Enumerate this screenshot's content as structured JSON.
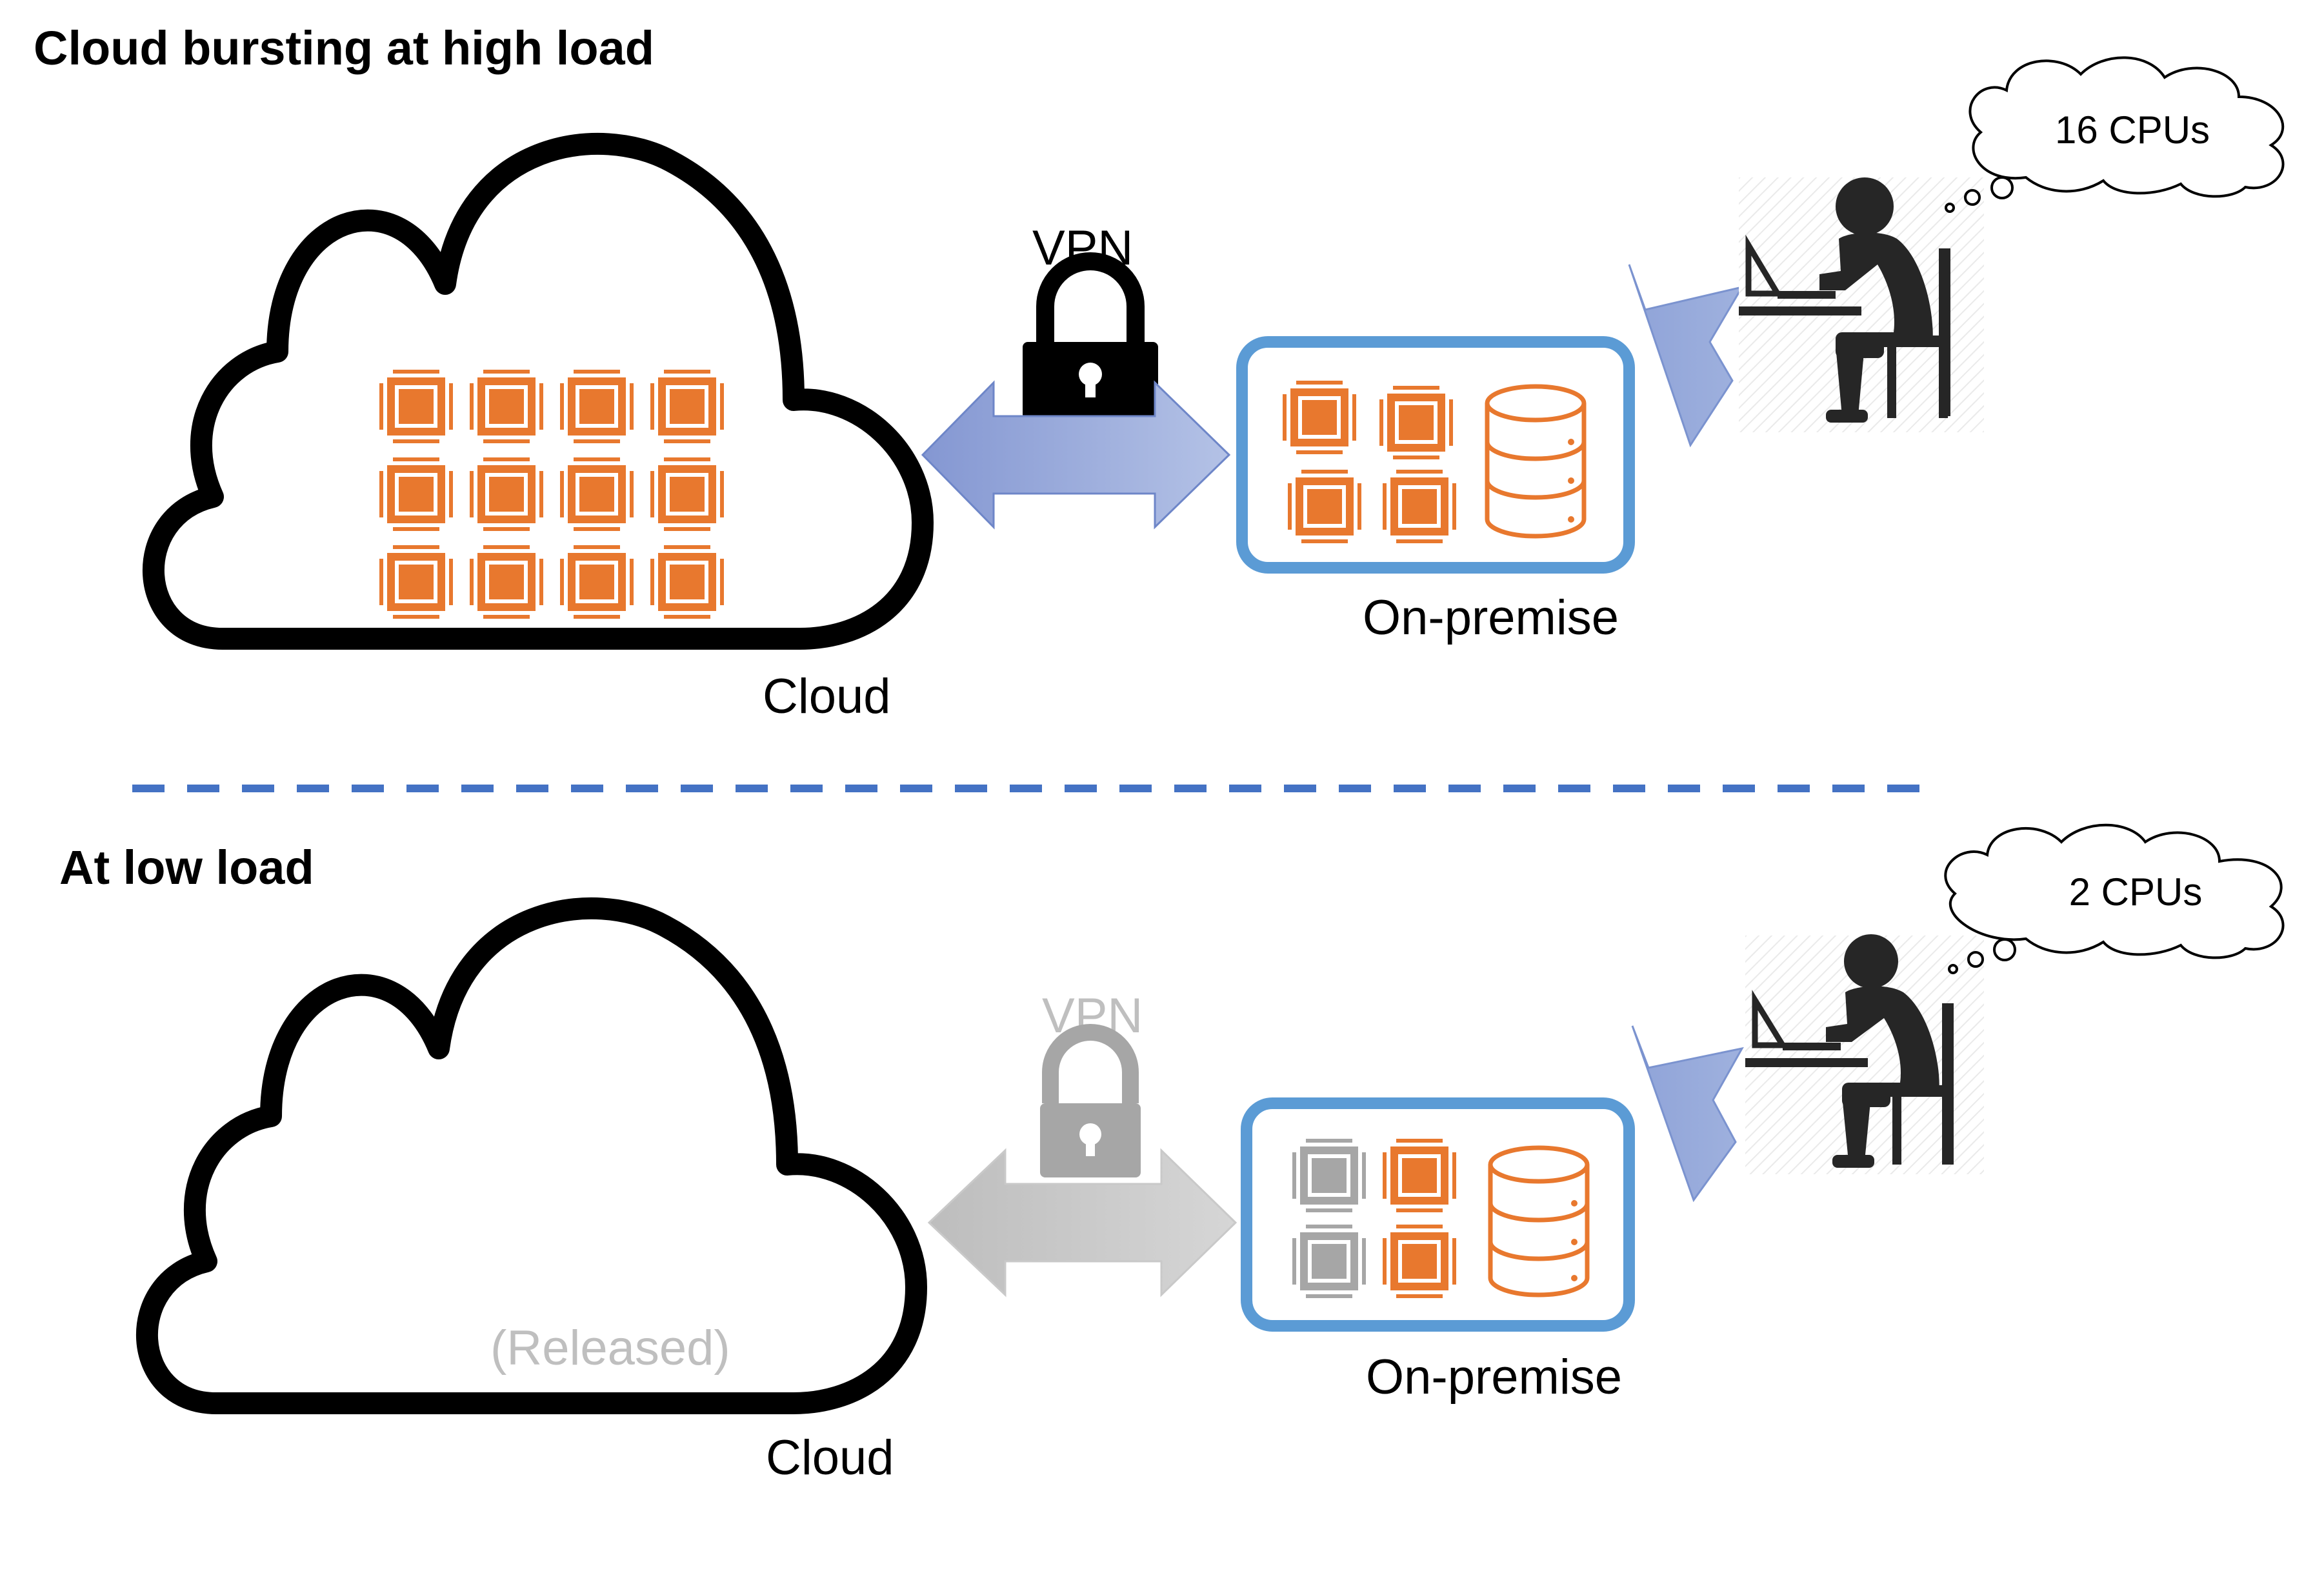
{
  "colors": {
    "chip_active": "#E8782E",
    "chip_released": "#A6A6A6",
    "vpn_arrow_blue": "#8EA2D6",
    "vpn_arrow_gray": "#BFBFBF",
    "onprem_border": "#5B9BD5",
    "user_arrow": "#8EA2D6",
    "divider": "#4472C4",
    "person": "#262626",
    "text_dim": "#BFBFBF"
  },
  "high_load": {
    "title": "Cloud bursting at high load",
    "vpn_label": "VPN",
    "cloud_label": "Cloud",
    "onprem_label": "On-premise",
    "thought": "16 CPUs",
    "cloud_cpu_rows": 3,
    "cloud_cpu_cols": 4,
    "onprem_cpus_active": 4,
    "onprem_cpus_released": 0
  },
  "low_load": {
    "title": "At low load",
    "vpn_label": "VPN",
    "cloud_label": "Cloud",
    "onprem_label": "On-premise",
    "thought": "2 CPUs",
    "released_label": "(Released)",
    "cloud_cpu_rows": 0,
    "cloud_cpu_cols": 0,
    "onprem_cpus_active": 2,
    "onprem_cpus_released": 2
  }
}
